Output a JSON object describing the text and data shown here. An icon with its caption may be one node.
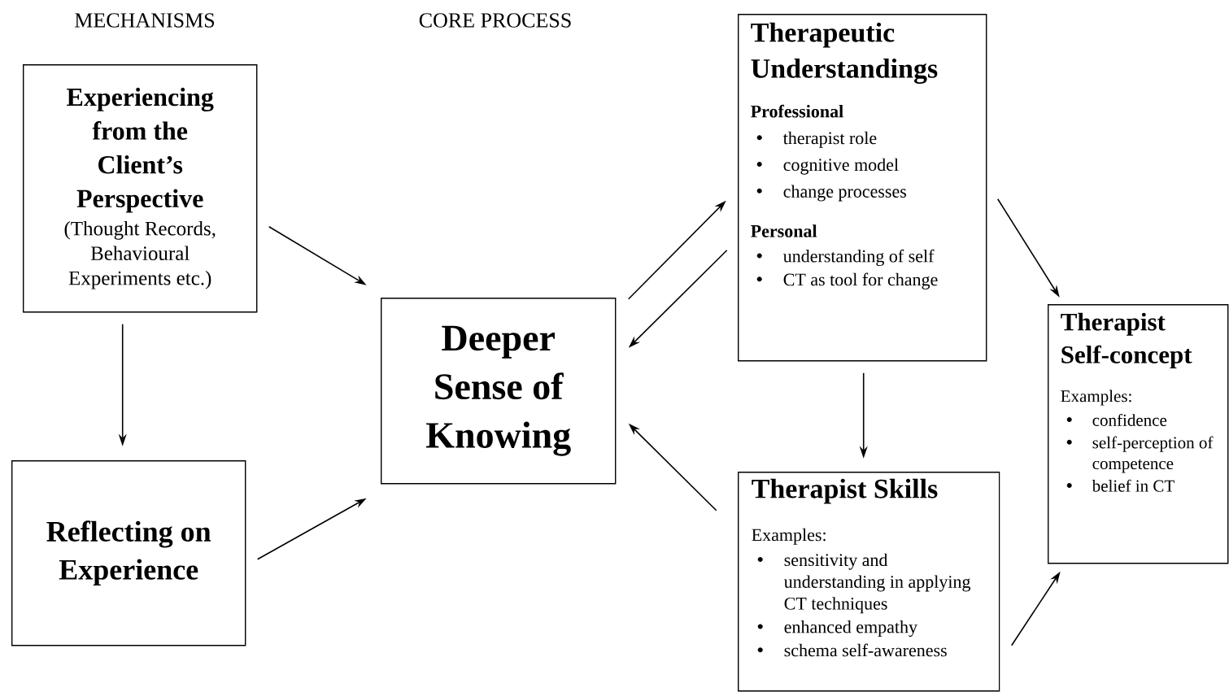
{
  "diagram": {
    "nodes": [
      {
        "text": [
          "Experiencing from the Client’s Perspective",
          "(Thought Records, Behavioural Experiments etc.)"
        ]
      },
      {
        "text": [
          "Reflecting on Experience"
        ]
      },
      {
        "text": [
          "Deeper Sense of Knowing"
        ]
      },
      {
        "text": [
          "Therapeutic Understandings",
          "Professional",
          "therapist role",
          "cognitive model",
          "change processes",
          "Personal",
          "understanding of self",
          "CT as tool for change"
        ]
      },
      {
        "text": [
          "Therapist Skills",
          "Examples:",
          "sensitivity and understanding in applying CT techniques",
          "enhanced empathy",
          "schema self-awareness"
        ]
      },
      {
        "text": [
          "Therapist Self-concept",
          "Examples:",
          "confidence",
          "self-perception of competence",
          "belief in CT"
        ]
      }
    ],
    "edges": [
      {
        "from": 0,
        "to": 1,
        "arrow": "to"
      },
      {
        "from": 0,
        "to": 2,
        "arrow": "to"
      },
      {
        "from": 1,
        "to": 2,
        "arrow": "to"
      },
      {
        "from": 2,
        "to": 3,
        "arrow": "to"
      },
      {
        "from": 3,
        "to": 2,
        "arrow": "to"
      },
      {
        "from": 3,
        "to": 4,
        "arrow": "to"
      },
      {
        "from": 4,
        "to": 2,
        "arrow": "to"
      },
      {
        "from": 3,
        "to": 5,
        "arrow": "to"
      },
      {
        "from": 4,
        "to": 5,
        "arrow": "to"
      }
    ],
    "labels": [
      "MECHANISMS",
      "CORE PROCESS"
    ]
  }
}
